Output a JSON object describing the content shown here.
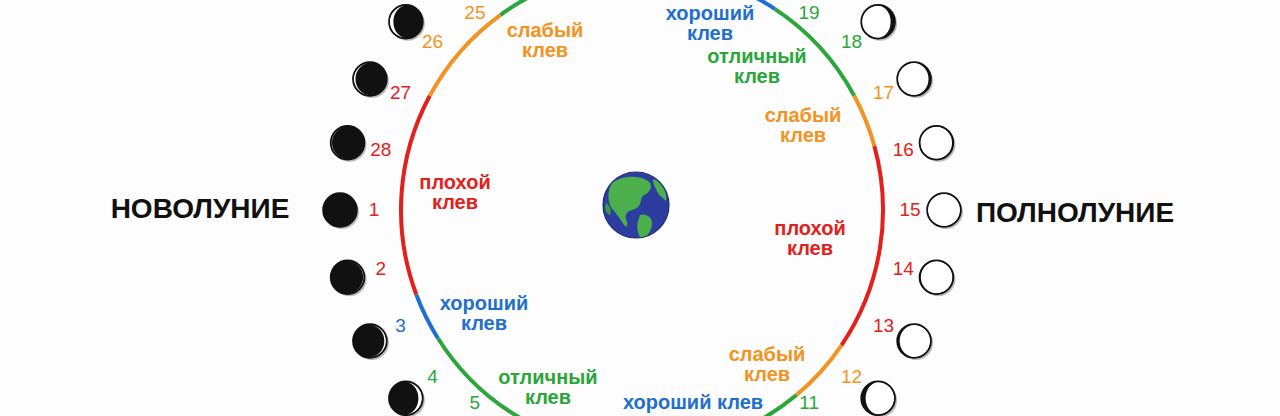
{
  "diagram": {
    "labels": [
      "НОВОЛУНИЕ",
      "ПОЛНОЛУНИЕ",
      "25",
      "26",
      "27",
      "28",
      "1",
      "2",
      "3",
      "4",
      "5",
      "19",
      "18",
      "17",
      "16",
      "15",
      "14",
      "13",
      "12",
      "11",
      "слабый клев",
      "хороший клев",
      "отличный клев",
      "слабый клев",
      "плохой клев",
      "слабый клев",
      "хороший клев",
      "отличный клев",
      "хороший клев",
      "плохой клев"
    ]
  }
}
